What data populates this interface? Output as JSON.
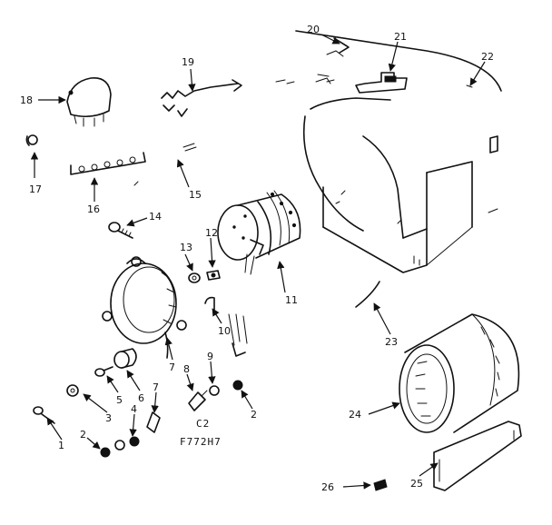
{
  "labels": {
    "l1": "1",
    "l2a": "2",
    "l2b": "2",
    "l3": "3",
    "l4": "4",
    "l5": "5",
    "l6": "6",
    "l7a": "7",
    "l7b": "7",
    "l8": "8",
    "l9": "9",
    "l10": "10",
    "l11": "11",
    "l12": "12",
    "l13": "13",
    "l14": "14",
    "l15": "15",
    "l16": "16",
    "l17": "17",
    "l18": "18",
    "l19": "19",
    "l20": "20",
    "l21": "21",
    "l22": "22",
    "l23": "23",
    "l24": "24",
    "l25": "25",
    "l26": "26"
  },
  "codes": {
    "c2": "C2",
    "fig": "F772H7"
  }
}
